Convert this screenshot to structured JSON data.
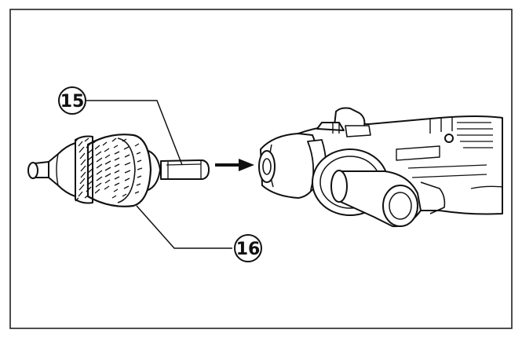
{
  "callouts": [
    {
      "id": "chuck-shank",
      "label": "15"
    },
    {
      "id": "drill-chuck",
      "label": "16"
    }
  ]
}
